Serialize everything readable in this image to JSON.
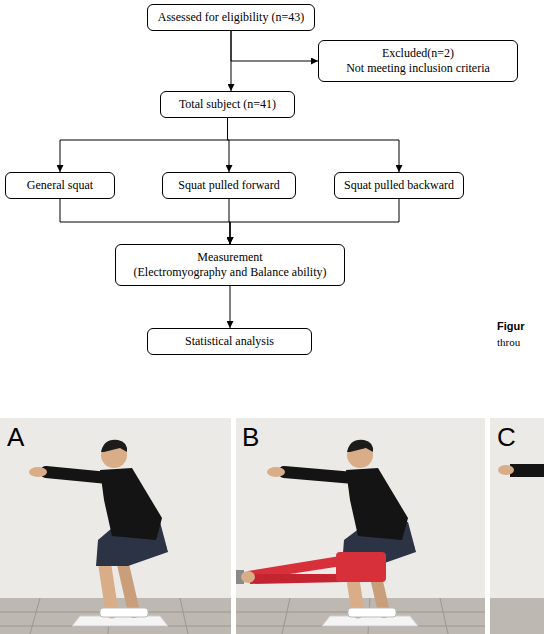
{
  "diagram": {
    "nodes": [
      {
        "text": [
          "Assessed for eligibility (n=43)"
        ]
      },
      {
        "text": [
          "Excluded(n=2)",
          "Not meeting inclusion criteria"
        ]
      },
      {
        "text": [
          "Total subject (n=41)"
        ]
      },
      {
        "text": [
          "General squat"
        ]
      },
      {
        "text": [
          "Squat pulled forward"
        ]
      },
      {
        "text": [
          "Squat pulled backward"
        ]
      },
      {
        "text": [
          "Measurement",
          "(Electromyography and Balance ability)"
        ]
      },
      {
        "text": [
          "Statistical analysis"
        ]
      }
    ],
    "edges": [
      {
        "from": 0,
        "to": 2,
        "arrow": "to"
      },
      {
        "from": 0,
        "to": 1,
        "arrow": "to"
      },
      {
        "from": 2,
        "to": 3,
        "arrow": "to"
      },
      {
        "from": 2,
        "to": 4,
        "arrow": "to"
      },
      {
        "from": 2,
        "to": 5,
        "arrow": "to"
      },
      {
        "from": 3,
        "to": 6,
        "arrow": "to"
      },
      {
        "from": 4,
        "to": 6,
        "arrow": "to"
      },
      {
        "from": 5,
        "to": 6,
        "arrow": "to"
      },
      {
        "from": 6,
        "to": 7,
        "arrow": "to"
      }
    ],
    "labels": [
      "Figur",
      "throu",
      "A",
      "B",
      "C"
    ]
  }
}
